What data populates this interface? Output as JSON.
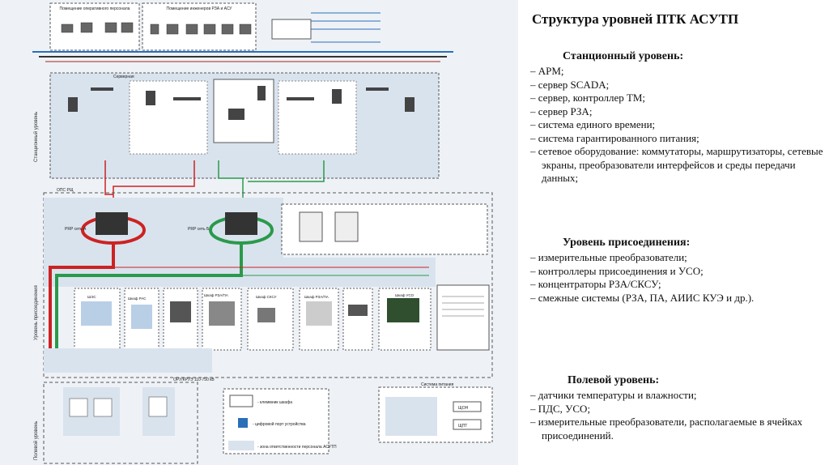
{
  "diagram": {
    "rooms": {
      "operator": "Помещение оперативного персонала",
      "rza_engineers": "Помещение инженеров РЗА и АСУ"
    },
    "server_room": "Серверная",
    "levels": {
      "station": "Станционный уровень",
      "bay": "Уровень присоединения",
      "field": "Полевой уровень"
    },
    "opc_label": "ОПС РЩ",
    "networks": {
      "prp_a": "PRP сеть А",
      "prp_b": "PRP сеть Б"
    },
    "cabinets": [
      "Шкаф РАС",
      "Шкаф РЗА/ПА",
      "Шкаф СКСУ",
      "Шкаф РЗА/ПА",
      "Шкаф УСО"
    ],
    "ecp": "ШЭС",
    "oru": "ОРУ/КРУЭ 110-750 кВ",
    "power_system": "Система питания",
    "power_units": [
      "ЩОН",
      "ЩПТ"
    ],
    "legend": {
      "terminal": "- клеммник шкафа",
      "port": "- цифровой порт устройства",
      "zone": "- зона ответственности персонала АСУТП"
    }
  },
  "text": {
    "title": "Структура уровней ПТК АСУТП",
    "station_heading": "Станционный уровень:",
    "station_items": [
      "АРМ;",
      "сервер SCADA;",
      "сервер, контроллер ТМ;",
      "сервер РЗА;",
      "система единого времени;",
      "система гарантированного питания;",
      "сетевое оборудование: коммутаторы, маршрутизаторы, сетевые экраны, преобразователи интерфейсов и среды передачи данных;"
    ],
    "bay_heading": "Уровень присоединения:",
    "bay_items": [
      "измерительные преобразователи;",
      "контроллеры присоединения и УСО;",
      "концентраторы РЗА/СКСУ;",
      "смежные системы (РЗА, ПА, АИИС КУЭ и др.)."
    ],
    "field_heading": "Полевой уровень:",
    "field_items": [
      "датчики температуры и влажности;",
      "ПДС, УСО;",
      "измерительные преобразователи, располагаемые в ячейках присоединений."
    ]
  }
}
